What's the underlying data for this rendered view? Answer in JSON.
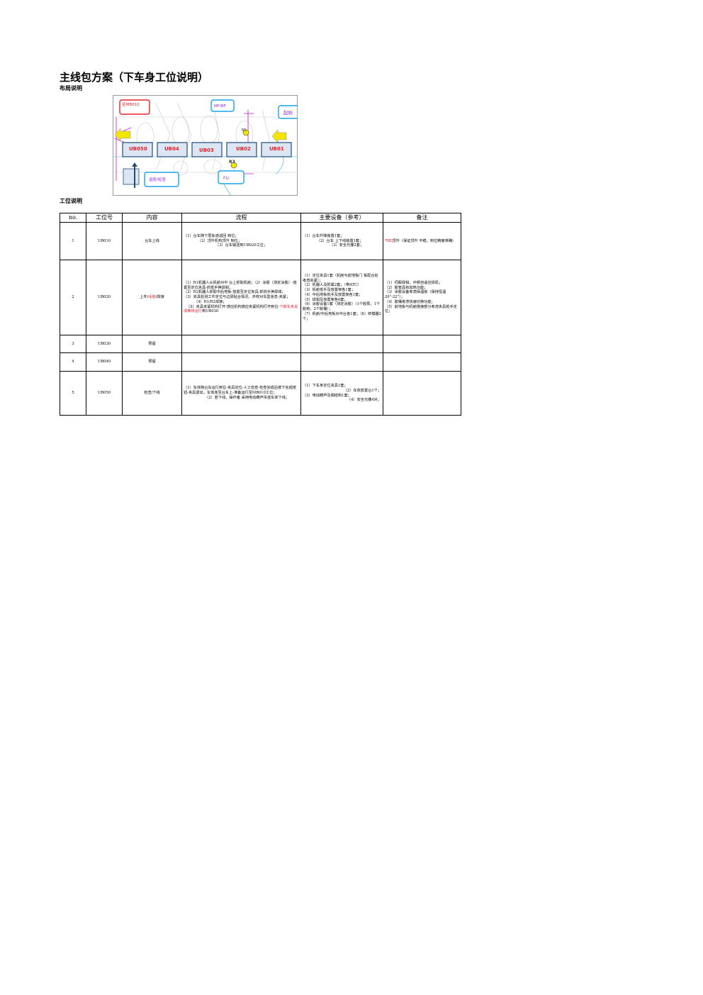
{
  "page": {
    "title": "主线包方案（下车身工位说明）",
    "layout_heading": "布局说明",
    "station_heading": "工位说明"
  },
  "layout": {
    "stations": [
      "UB050",
      "UB04",
      "UB03",
      "UB02",
      "UB01"
    ],
    "callouts": {
      "top_left": "至MB010",
      "mf": "MF/RF",
      "start": "起始",
      "repair": "返修/检查",
      "fu": "FU"
    },
    "marks": [
      "BR",
      "R3"
    ],
    "colors": {
      "station_border": "#1f4e79",
      "station_fill": "#dce6f2",
      "station_text": "#e8202a",
      "callout_blue": "#1aa3e8",
      "callout_red": "#e8202a",
      "arrow_yellow": "#f2e600",
      "drawing_magenta": "#c020c0",
      "drawing_cyan": "#20b0d0"
    }
  },
  "table": {
    "headers": [
      "no.",
      "工位号",
      "内容",
      "流程",
      "主要设备（参考）",
      "备注"
    ],
    "rows": [
      {
        "no": "1",
        "station": "UB010",
        "content": "台车上线",
        "process": [
          "（1）台车随下层轨道返回 到位；",
          "（2）顶升机构顶升 到位；",
          "（3）台车输送到UB020工位；"
        ],
        "equipment": [
          "（1）台车升降装置1套；",
          "（2）台车 上下线装置1套；",
          "（3）安全光栅2套；"
        ],
        "remarks_red": "气缸",
        "remarks": "顶升（保证顶升 平稳，到位精度准确）"
      },
      {
        "no": "2",
        "station": "UB020",
        "content_1": "上件/",
        "content_red": "涂胶",
        "content_2": "/焊接",
        "process": [
          "（1）R1机器人从机舱对中 台上抓取机舱；（2）涂胶（测定涂胶）-放置至定位夹具-抓抵手换焊钳；",
          "（2）R2机器人抓取中后地板-放置至定位夹具-抓抵手换焊钳；",
          "（3）夹具检测工件定位与边梁贴合情况，并校对车型信息-夹紧；",
          "（4）R1/R2焊接；",
          "（5）夹具夹紧机构打开-感应机构感应夹紧机构打开到位-"
        ],
        "process_red": "下部车身总成等待运行",
        "process_tail": "到UB030",
        "equipment": [
          "（1）定位夹具1套（机舱与前地板门 板配合处考虑夹紧）；",
          "（2）机器人及附属2套；（带ATC）",
          "（3）机舱抵手及放置架各1套；",
          "（4）中后地板抵手及放置架各1套；",
          "（5）焊钳及放置架各6套；",
          "（6）涂胶设备1套（测定涂胶）（1个胶泵，1个胶枪，2个胶桶）；",
          "（7）机舱/中后地板对中台各1套；（8）修模器2个；"
        ],
        "remarks": [
          "（1）伺服焊钳，中频自适应焊机；",
          "（2）胶管具有加热功能；",
          "（3）涂胶设备考虑保温房（保持恒温20°-22°）；",
          "（4）胶桶考虑快速切换功能；",
          "（5）前地板与机舱搭接部分考虑夹具抵手定位；"
        ]
      },
      {
        "no": "3",
        "station": "UB030",
        "content": "预留"
      },
      {
        "no": "4",
        "station": "UB040",
        "content": "预留"
      },
      {
        "no": "5",
        "station": "UB050",
        "content": "检查/下线",
        "process": [
          "（1）车体随台车运行到位-夹具定位-人工检查-检查完成后按下完成按钮-夹具退出，车体连至台车上-准备运行至MB010工位；",
          "（2）若下线，操作者 采用电动葫芦吊挂车体下线；"
        ],
        "equipment": [
          "（1）下车身定位夹具1套；",
          "（2）车体放置台1个；",
          "（3）电动葫芦及钢结构1套；",
          "（4）安全光栅4对；"
        ]
      }
    ]
  }
}
